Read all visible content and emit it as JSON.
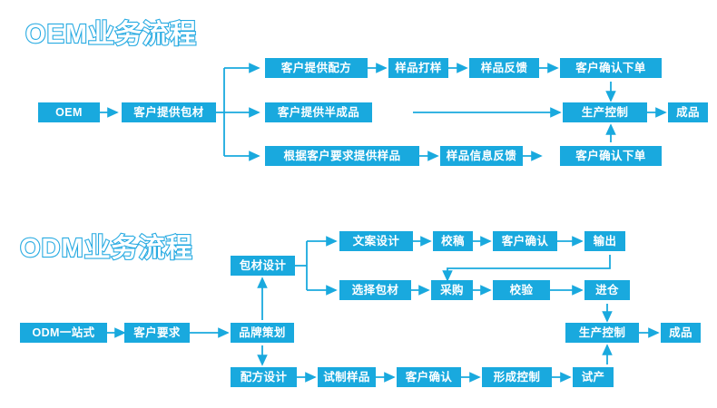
{
  "page": {
    "background": "#ffffff",
    "accent": "#19A9DE",
    "title_outline": "#29ABE2"
  },
  "sections": [
    {
      "id": "oem",
      "title": "OEM业务流程",
      "nodes": {
        "start": "OEM",
        "packaging": "客户提供包材",
        "row1": [
          "客户提供配方",
          "样品打样",
          "样品反馈",
          "客户确认下单"
        ],
        "row2": [
          "客户提供半成品"
        ],
        "row3": [
          "根据客户要求提供样品",
          "样品信息反馈",
          "客户确认下单"
        ],
        "production": "生产控制",
        "finished": "成品"
      }
    },
    {
      "id": "odm",
      "title": "ODM业务流程",
      "nodes": {
        "start": "ODM一站式",
        "requirement": "客户要求",
        "planning": "品牌策划",
        "packaging_design": "包材设计",
        "row1": [
          "文案设计",
          "校稿",
          "客户确认",
          "输出"
        ],
        "row2": [
          "选择包材",
          "采购",
          "校验",
          "进仓"
        ],
        "row3": [
          "配方设计",
          "试制样品",
          "客户确认",
          "形成控制",
          "试产"
        ],
        "production": "生产控制",
        "finished": "成品"
      }
    }
  ]
}
